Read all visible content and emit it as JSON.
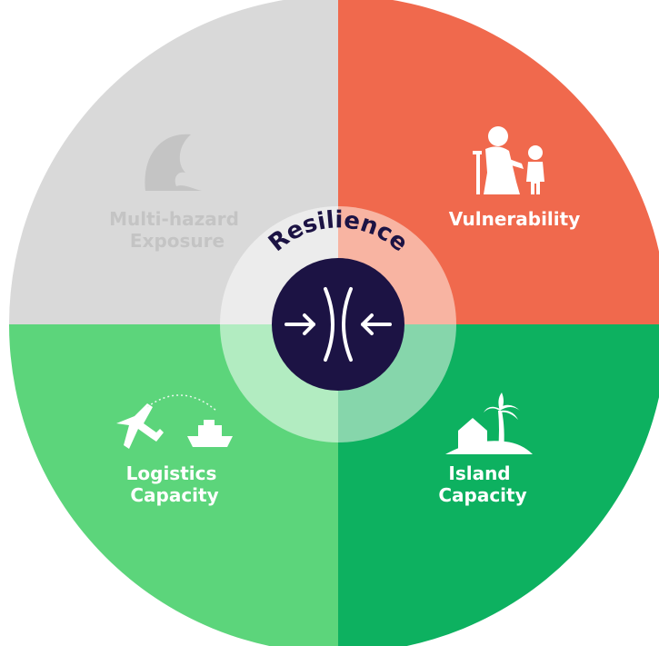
{
  "center": {
    "title": "Resilience",
    "icon": "converging-arrows-icon"
  },
  "quadrants": [
    {
      "id": "top-left",
      "label_lines": [
        "Multi-hazard",
        "Exposure"
      ],
      "icon": "wave-icon",
      "color": "#d9d9d9",
      "text_color": "#c4c4c4"
    },
    {
      "id": "top-right",
      "label_lines": [
        "Vulnerability"
      ],
      "icon": "elderly-and-child-icon",
      "color": "#f0694d",
      "text_color": "#ffffff"
    },
    {
      "id": "bottom-left",
      "label_lines": [
        "Logistics",
        "Capacity"
      ],
      "icon": "plane-and-ship-icon",
      "color": "#5cd57b",
      "text_color": "#ffffff"
    },
    {
      "id": "bottom-right",
      "label_lines": [
        "Island",
        "Capacity"
      ],
      "icon": "island-icon",
      "color": "#0db160",
      "text_color": "#ffffff"
    }
  ],
  "colors": {
    "hub": "#1c1344",
    "ring_tl": "#ececec",
    "ring_tr": "#f8b4a2",
    "ring_bl": "#b2ecc1",
    "ring_br": "#86d6ab"
  }
}
